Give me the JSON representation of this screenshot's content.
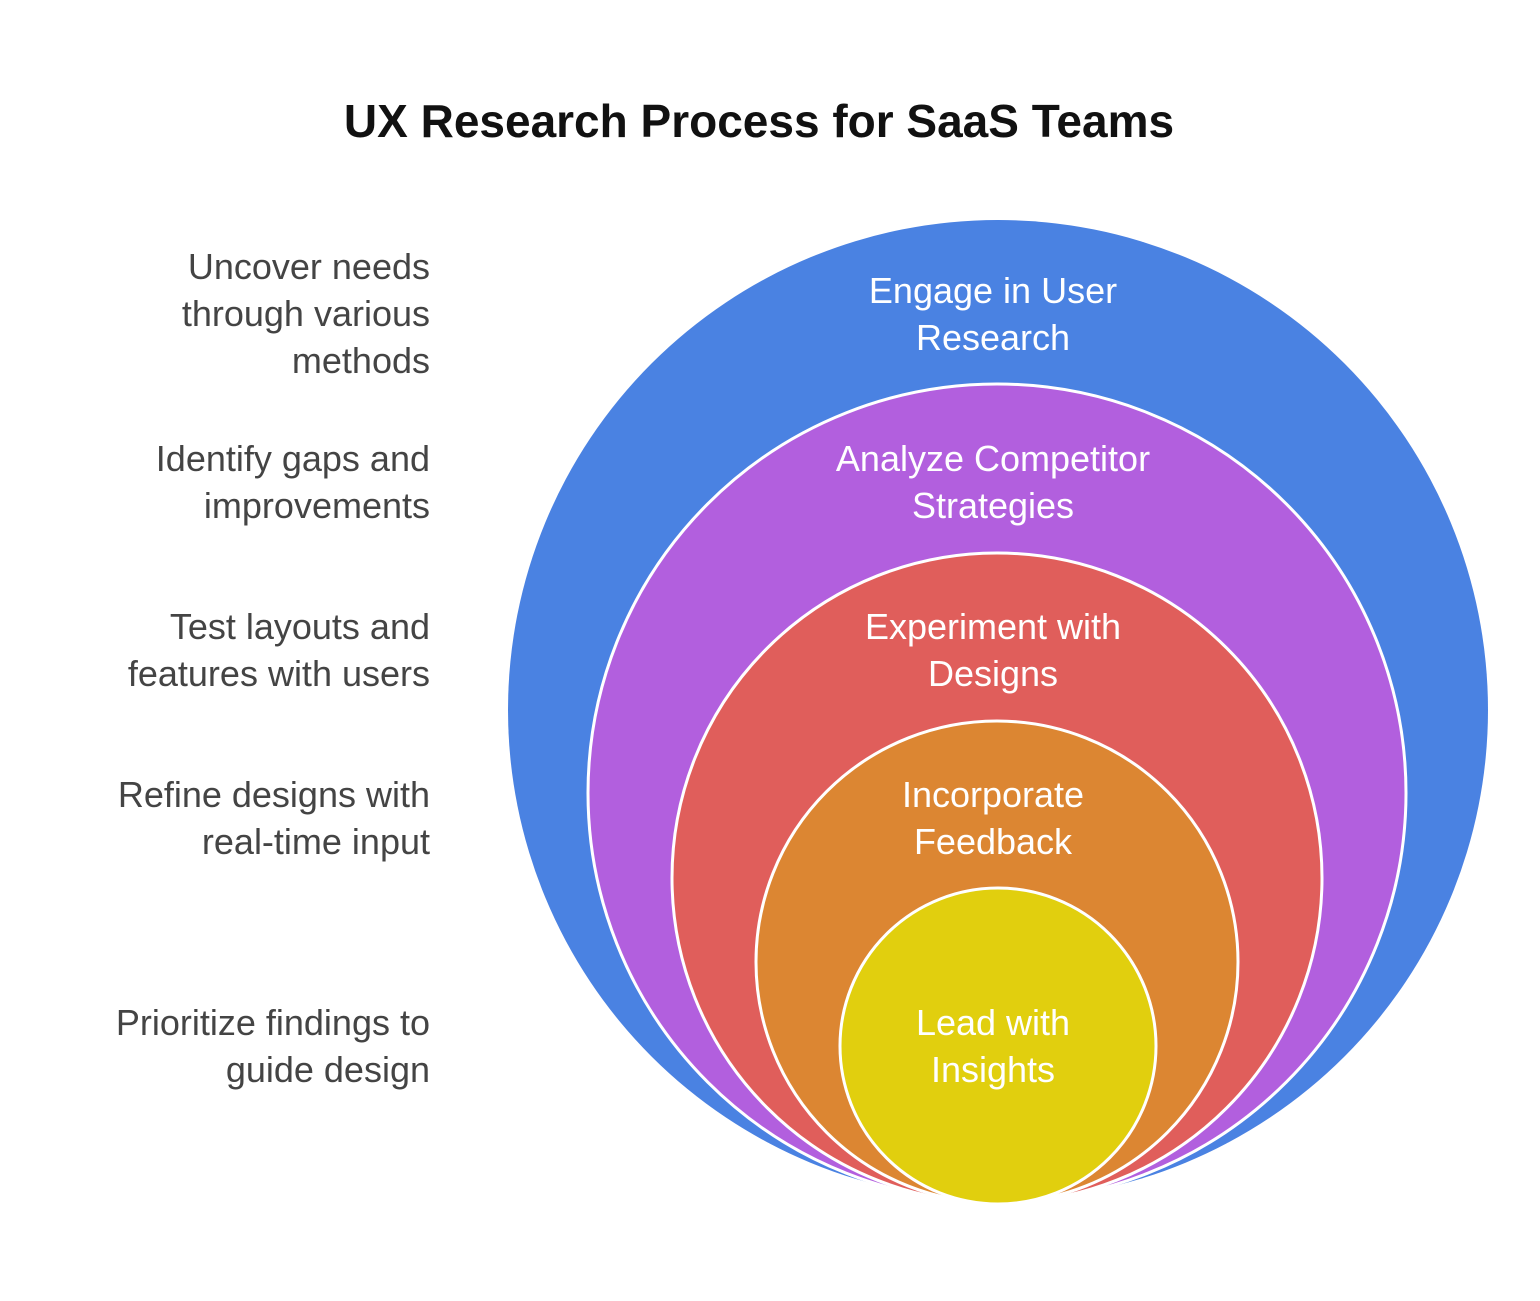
{
  "title": "UX Research Process for SaaS Teams",
  "layers": [
    {
      "label_lines": [
        "Engage in User",
        "Research"
      ],
      "description": "Uncover needs\nthrough various\nmethods",
      "color": "#4a82e2"
    },
    {
      "label_lines": [
        "Analyze Competitor",
        "Strategies"
      ],
      "description": "Identify gaps and\nimprovements",
      "color": "#b25fde"
    },
    {
      "label_lines": [
        "Experiment with",
        "Designs"
      ],
      "description": "Test layouts and\nfeatures with users",
      "color": "#e05e5b"
    },
    {
      "label_lines": [
        "Incorporate",
        "Feedback"
      ],
      "description": "Refine designs with\nreal-time input",
      "color": "#dc8632"
    },
    {
      "label_lines": [
        "Lead with",
        "Insights"
      ],
      "description": "Prioritize findings to\nguide design",
      "color": "#e1cf0e"
    }
  ]
}
